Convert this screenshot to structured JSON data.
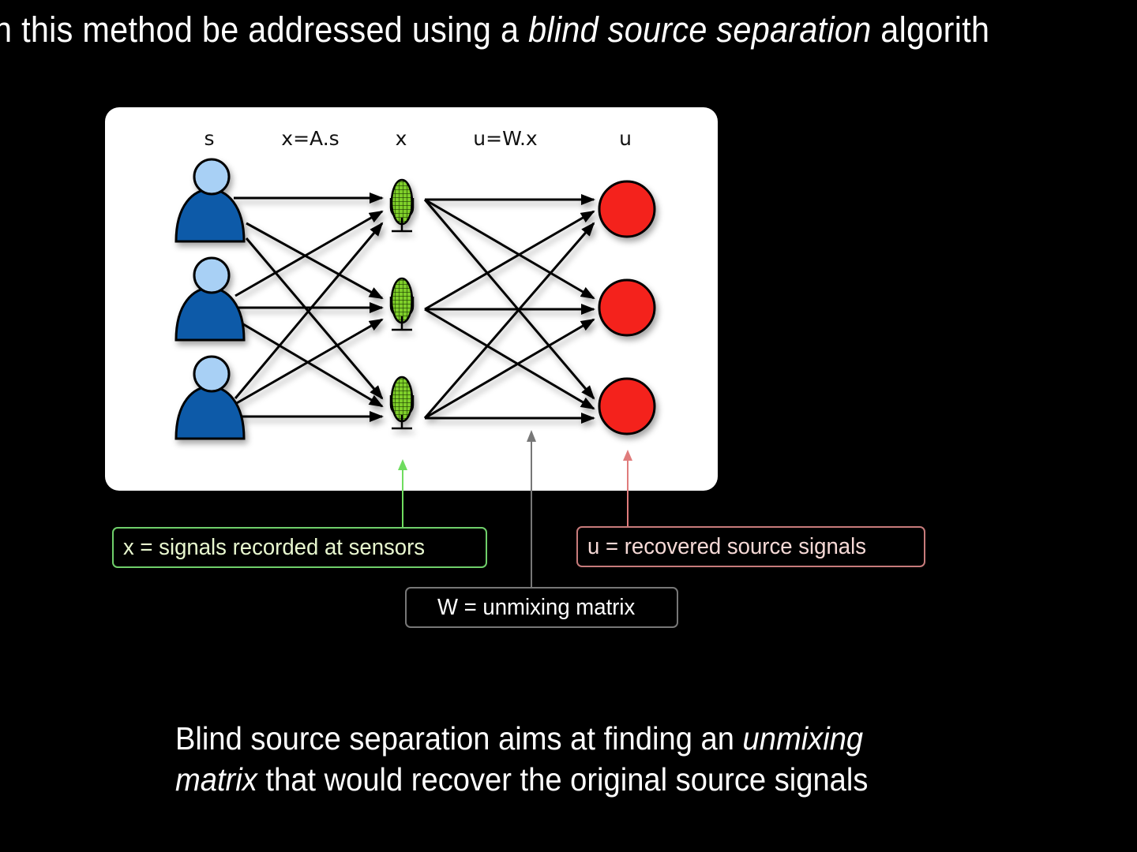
{
  "slide": {
    "title": {
      "prefix": "n this method be addressed using a ",
      "emphasis": "blind source separation",
      "suffix": " algorith"
    },
    "figure": {
      "column_labels": {
        "sources": "s",
        "mixing": "x=A.s",
        "sensors": "x",
        "unmixing": "u=W.x",
        "recovered": "u"
      },
      "sources": [
        {
          "id": "source-1",
          "icon": "person-icon"
        },
        {
          "id": "source-2",
          "icon": "person-icon"
        },
        {
          "id": "source-3",
          "icon": "person-icon"
        }
      ],
      "sensors": [
        {
          "id": "sensor-1",
          "icon": "microphone-icon"
        },
        {
          "id": "sensor-2",
          "icon": "microphone-icon"
        },
        {
          "id": "sensor-3",
          "icon": "microphone-icon"
        }
      ],
      "outputs": [
        {
          "id": "output-1",
          "icon": "red-circle-icon"
        },
        {
          "id": "output-2",
          "icon": "red-circle-icon"
        },
        {
          "id": "output-3",
          "icon": "red-circle-icon"
        }
      ],
      "colors": {
        "person_body": "#0b5aa8",
        "person_head": "#a8d0f5",
        "mic_fill": "#7fcf2a",
        "output_fill": "#f4201f",
        "arrow": "#000000"
      }
    },
    "callouts": {
      "sensors": {
        "text": "x = signals recorded at sensors",
        "color": "#6fcf6a"
      },
      "unmixing": {
        "text": "W = unmixing matrix",
        "color": "#777777"
      },
      "recovered": {
        "text": "u = recovered source signals",
        "color": "#c77b7b"
      }
    },
    "caption": {
      "line1_plain": "Blind source separation aims at finding an ",
      "line1_em": "unmixing",
      "line2_em": "matrix",
      "line2_plain": " that would recover the original source signals"
    }
  }
}
